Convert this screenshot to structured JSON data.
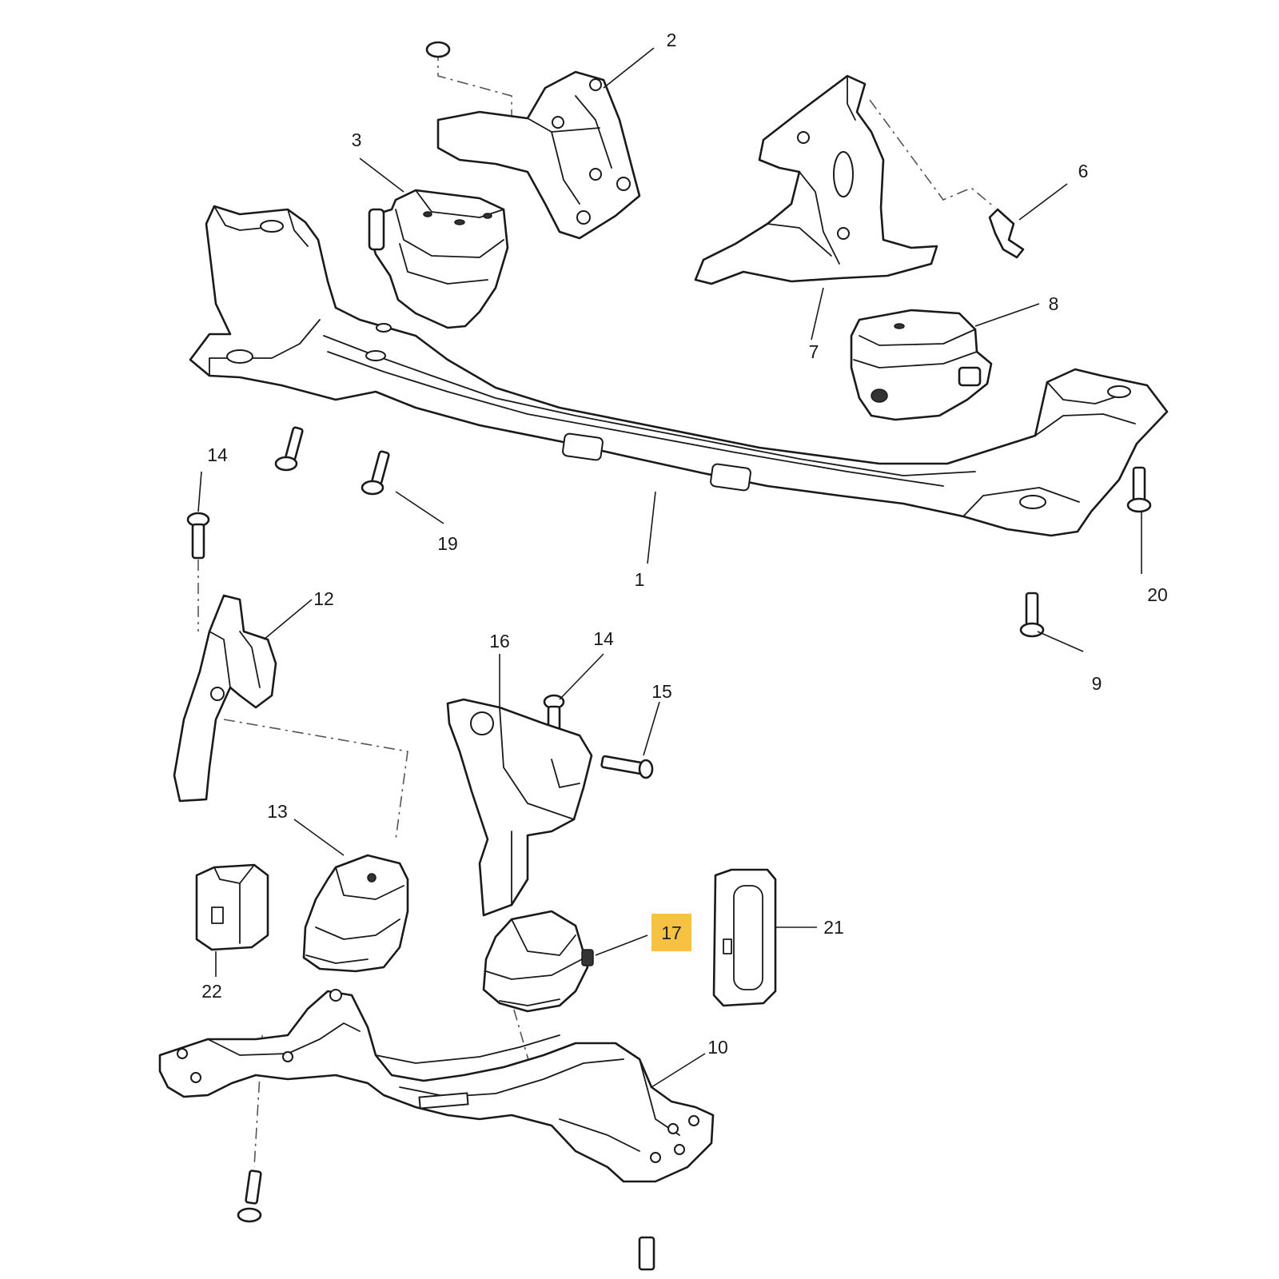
{
  "diagram": {
    "highlight_color": "#F5C242",
    "callouts": [
      {
        "id": "c1",
        "text": "1"
      },
      {
        "id": "c2",
        "text": "2"
      },
      {
        "id": "c3",
        "text": "3"
      },
      {
        "id": "c6",
        "text": "6"
      },
      {
        "id": "c7",
        "text": "7"
      },
      {
        "id": "c8",
        "text": "8"
      },
      {
        "id": "c9",
        "text": "9"
      },
      {
        "id": "c10",
        "text": "10"
      },
      {
        "id": "c12",
        "text": "12"
      },
      {
        "id": "c13",
        "text": "13"
      },
      {
        "id": "c14a",
        "text": "14"
      },
      {
        "id": "c14b",
        "text": "14"
      },
      {
        "id": "c15",
        "text": "15"
      },
      {
        "id": "c16",
        "text": "16"
      },
      {
        "id": "c17",
        "text": "17"
      },
      {
        "id": "c19",
        "text": "19"
      },
      {
        "id": "c20",
        "text": "20"
      },
      {
        "id": "c21",
        "text": "21"
      },
      {
        "id": "c22",
        "text": "22"
      }
    ]
  }
}
